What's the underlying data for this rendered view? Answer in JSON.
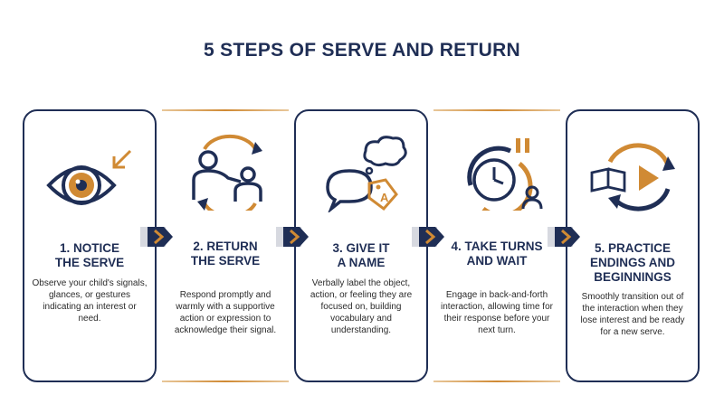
{
  "title": "5 STEPS OF SERVE AND RETURN",
  "steps": [
    {
      "title_line1": "1. NOTICE",
      "title_line2": "THE SERVE",
      "title_line3": "",
      "description": "Observe your child's signals, glances, or gestures indicating an interest or need.",
      "icon": "eye-icon"
    },
    {
      "title_line1": "2. RETURN",
      "title_line2": "THE SERVE",
      "title_line3": "",
      "description": "Respond promptly and warmly with a supportive action or expression to acknowledge their signal.",
      "icon": "interaction-icon"
    },
    {
      "title_line1": "3. GIVE IT",
      "title_line2": "A NAME",
      "title_line3": "",
      "description": "Verbally label the object, action, or feeling they are focused on, building vocabulary and understanding.",
      "icon": "speech-label-icon"
    },
    {
      "title_line1": "4. TAKE TURNS",
      "title_line2": "AND WAIT",
      "title_line3": "",
      "description": "Engage in back-and-forth interaction, allowing time for their response before your next turn.",
      "icon": "clock-pause-icon"
    },
    {
      "title_line1": "5. PRACTICE",
      "title_line2": "ENDINGS AND",
      "title_line3": "BEGINNINGS",
      "description": "Smoothly transition out of the interaction when they lose interest and be ready for a new serve.",
      "icon": "book-play-icon"
    }
  ],
  "colors": {
    "navy": "#1f2e55",
    "gold": "#d08a34",
    "text": "#2b2b2b"
  }
}
